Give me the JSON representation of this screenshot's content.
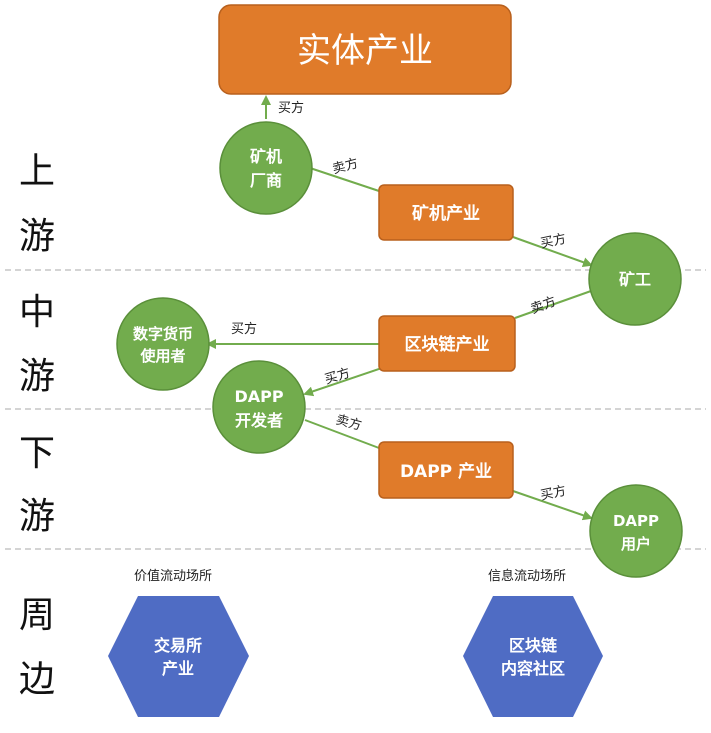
{
  "colors": {
    "orange": "#E07B2A",
    "orange_stroke": "#B8601D",
    "green": "#72AC4D",
    "green_stroke": "#5A8F3A",
    "blue": "#4F6CC4",
    "arrow": "#72AC4D",
    "divider": "#BBBBBB"
  },
  "sections": {
    "upstream": [
      "上",
      "游"
    ],
    "midstream": [
      "中",
      "游"
    ],
    "downstream": [
      "下",
      "游"
    ],
    "periphery": [
      "周",
      "边"
    ]
  },
  "nodes": {
    "real_industry": "实体产业",
    "miner_manufacturer": [
      "矿机",
      "厂商"
    ],
    "mining_machine_industry": "矿机产业",
    "miner": "矿工",
    "digital_currency_users": [
      "数字货币",
      "使用者"
    ],
    "blockchain_industry": "区块链产业",
    "dapp_developer": [
      "DAPP",
      "开发者"
    ],
    "dapp_industry": "DAPP 产业",
    "dapp_users": [
      "DAPP",
      "用户"
    ],
    "exchange_industry": [
      "交易所",
      "产业"
    ],
    "blockchain_content_community": [
      "区块链",
      "内容社区"
    ]
  },
  "edge_labels": {
    "buyer": "买方",
    "seller": "卖方"
  },
  "captions": {
    "value_flow": "价值流动场所",
    "info_flow": "信息流动场所"
  }
}
